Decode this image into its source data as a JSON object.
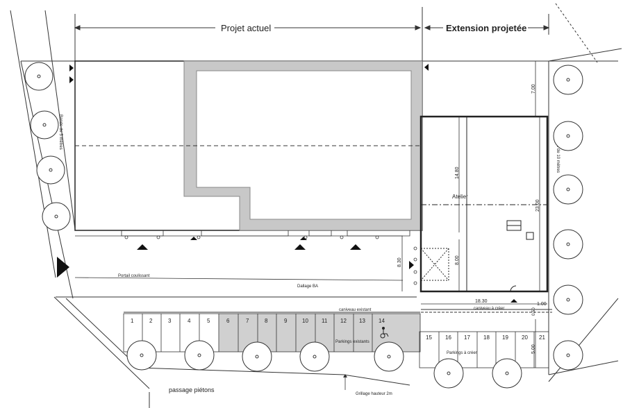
{
  "headers": {
    "current_project": "Projet actuel",
    "extension": "Extension projetée"
  },
  "labels": {
    "bande_left": "Bande de 5 mètres",
    "bande_right": "Bande de 10 mètres",
    "atelier": "Atelier",
    "portail": "Portail coulissant",
    "dallage": "Dallage BA",
    "caniveau_existant": "caniveau existant",
    "caniveau_creer": "caniveau à créer",
    "parkings_existants": "Parkings existants",
    "parkings_creer": "Parkings à créer",
    "grillage": "Grillage hauteur 2m",
    "passage": "passage piétons"
  },
  "dimensions": {
    "d_7_00": "7.00",
    "d_14_80": "14.80",
    "d_23_00": "23.00",
    "d_8_00": "8.00",
    "d_8_30": "8.30",
    "d_18_30": "18.30",
    "d_1_00": "1.00",
    "d_0_50": "0.50",
    "d_5_00": "5.00"
  },
  "parking_numbers_existing": [
    "1",
    "2",
    "3",
    "4",
    "5",
    "6",
    "7",
    "8",
    "9",
    "10",
    "11",
    "12",
    "13",
    "14"
  ],
  "parking_numbers_new": [
    "15",
    "16",
    "17",
    "18",
    "19",
    "20",
    "21"
  ],
  "icons": {
    "handicap": "wheelchair-icon"
  }
}
